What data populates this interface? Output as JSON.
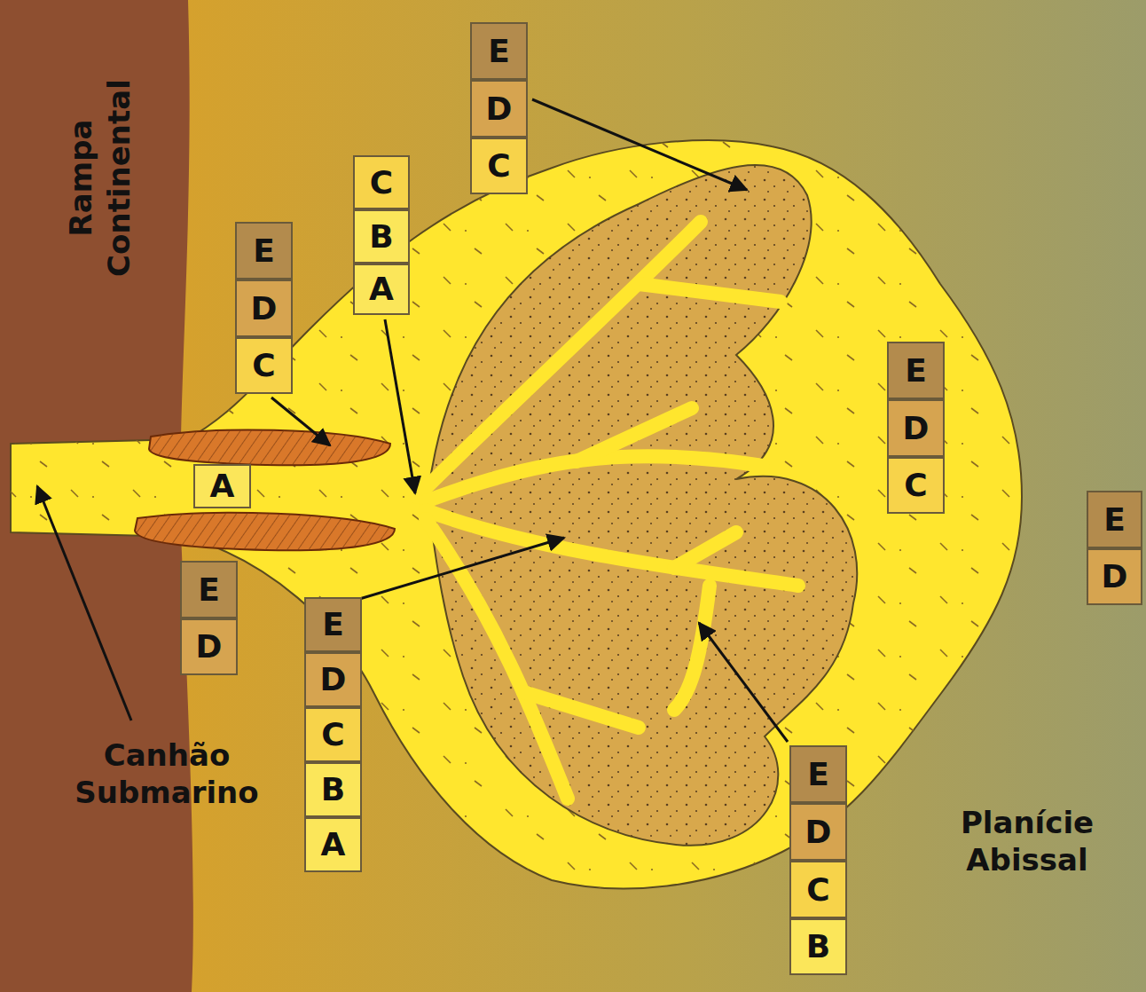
{
  "diagram": {
    "nodes": [
      {
        "text": [
          "E"
        ]
      },
      {
        "text": [
          "D"
        ]
      },
      {
        "text": [
          "C"
        ]
      },
      {
        "text": [
          "C"
        ]
      },
      {
        "text": [
          "B"
        ]
      },
      {
        "text": [
          "A"
        ]
      },
      {
        "text": [
          "E"
        ]
      },
      {
        "text": [
          "D"
        ]
      },
      {
        "text": [
          "C"
        ]
      },
      {
        "text": [
          "A"
        ]
      },
      {
        "text": [
          "E"
        ]
      },
      {
        "text": [
          "D"
        ]
      },
      {
        "text": [
          "E"
        ]
      },
      {
        "text": [
          "D"
        ]
      },
      {
        "text": [
          "C"
        ]
      },
      {
        "text": [
          "B"
        ]
      },
      {
        "text": [
          "A"
        ]
      },
      {
        "text": [
          "E"
        ]
      },
      {
        "text": [
          "D"
        ]
      },
      {
        "text": [
          "C"
        ]
      },
      {
        "text": [
          "E"
        ]
      },
      {
        "text": [
          "D"
        ]
      },
      {
        "text": [
          "E"
        ]
      },
      {
        "text": [
          "D"
        ]
      },
      {
        "text": [
          "C"
        ]
      },
      {
        "text": [
          "B"
        ]
      }
    ],
    "labels": [
      "Rampa Continental",
      "Canhão Submarino",
      "Planície Abissal"
    ]
  }
}
